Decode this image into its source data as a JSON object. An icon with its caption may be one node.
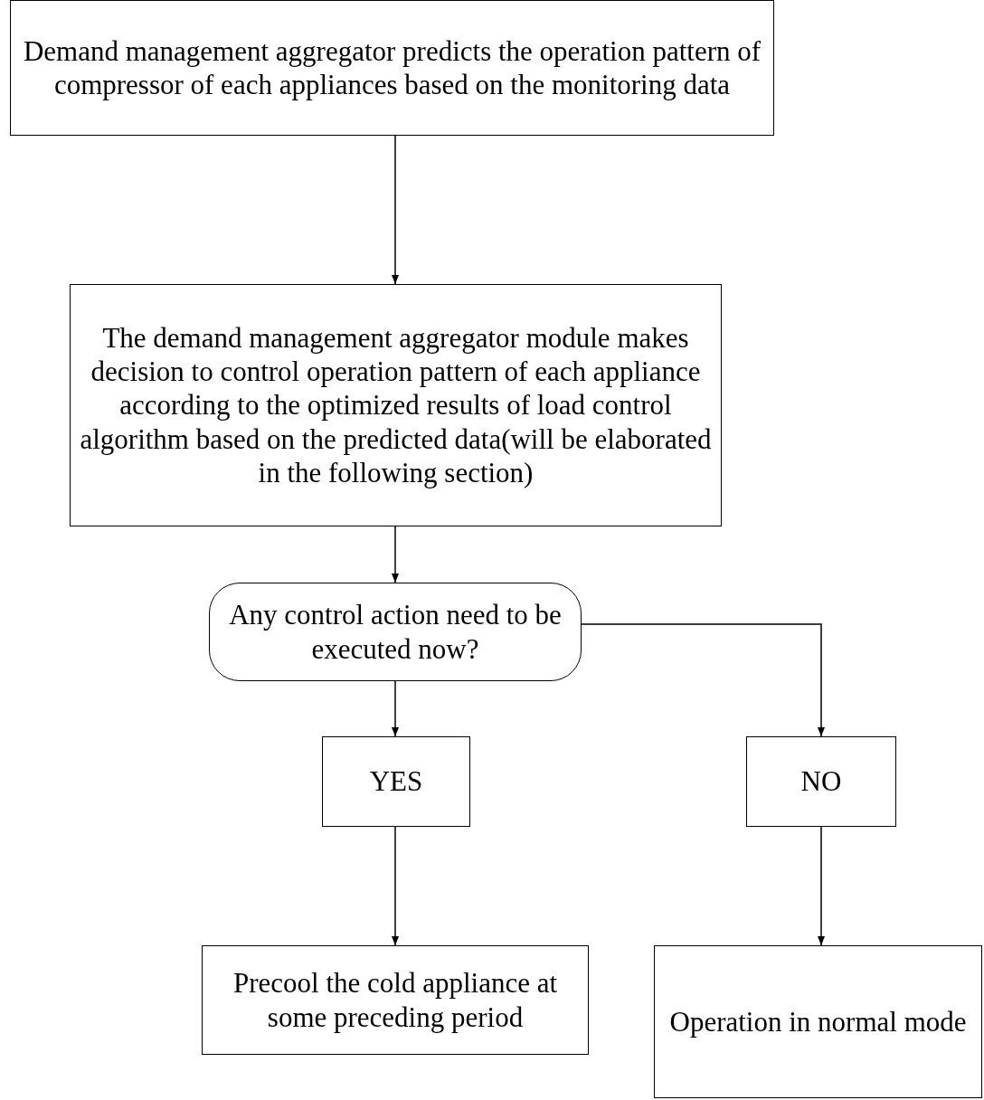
{
  "diagram": {
    "nodes": [
      {
        "text": [
          "Demand management aggregator  predicts the operation pattern of  compressor of each appliances based on the monitoring data"
        ]
      },
      {
        "text": [
          "The demand management aggregator module makes decision to control operation pattern of each appliance according to the optimized results of load control algorithm based on the predicted data(will be elaborated in the following section)"
        ]
      },
      {
        "text": [
          "Any control action need to be executed now?"
        ]
      },
      {
        "text": [
          "YES"
        ]
      },
      {
        "text": [
          "NO"
        ]
      },
      {
        "text": [
          "Precool the cold appliance at some preceding period"
        ]
      },
      {
        "text": [
          "Operation in normal mode"
        ]
      }
    ],
    "edges": [
      {
        "from": 0,
        "to": 1,
        "arrow": "to"
      },
      {
        "from": 1,
        "to": 2,
        "arrow": "to"
      },
      {
        "from": 2,
        "to": 3,
        "arrow": "to"
      },
      {
        "from": 2,
        "to": 4,
        "arrow": "to"
      },
      {
        "from": 3,
        "to": 5,
        "arrow": "to"
      },
      {
        "from": 4,
        "to": 6,
        "arrow": "to"
      }
    ]
  }
}
